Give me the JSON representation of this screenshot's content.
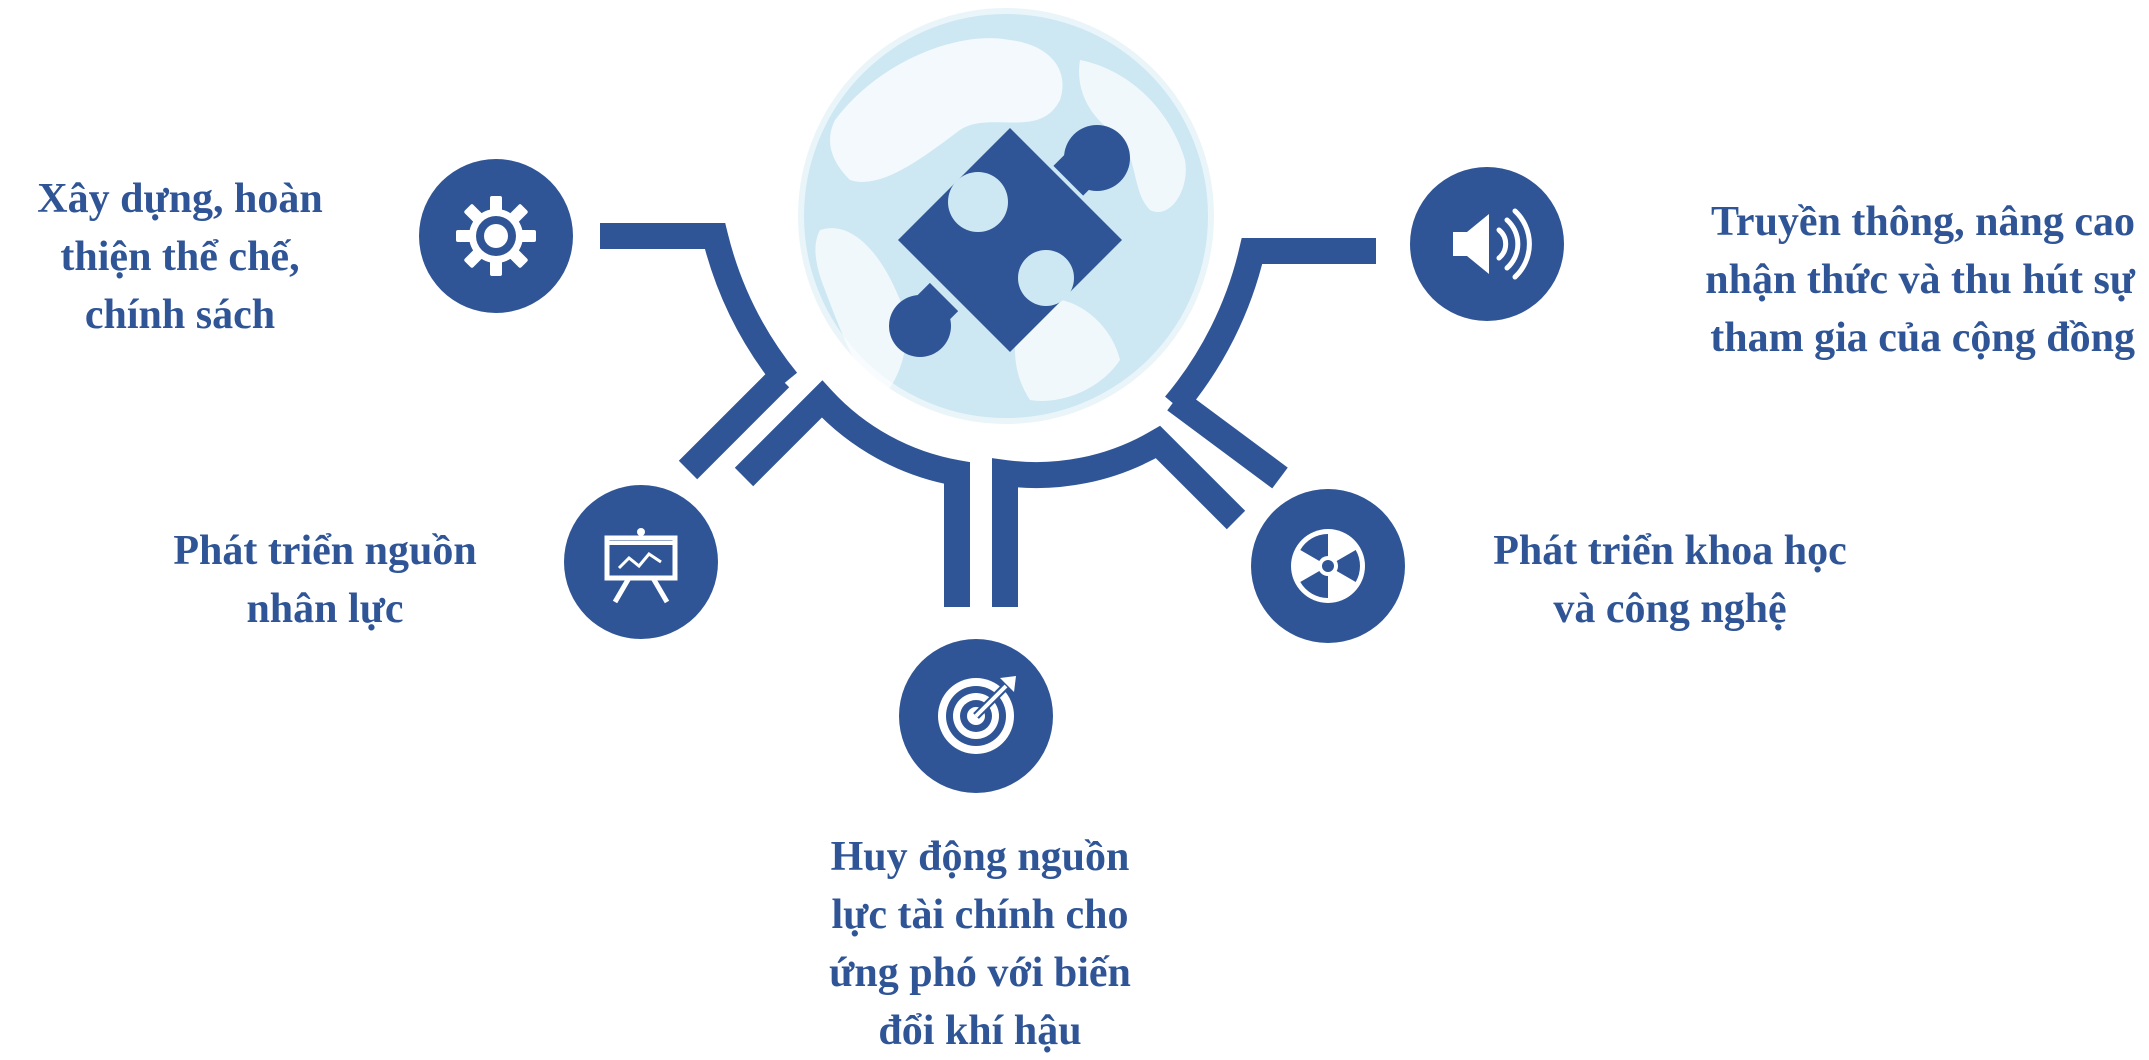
{
  "colors": {
    "primary": "#2f5597",
    "globe_light": "#cde8f3",
    "icon_fill": "#ffffff"
  },
  "center": {
    "globe_icon": "globe-icon",
    "puzzle_icon": "puzzle-piece-icon"
  },
  "items": [
    {
      "id": "policy",
      "icon": "gear-icon",
      "lines": [
        "Xây dựng, hoàn",
        "thiện thể chế,",
        "chính sách"
      ]
    },
    {
      "id": "communication",
      "icon": "speaker-icon",
      "lines": [
        "Truyền thông, nâng cao",
        "nhận thức và thu hút sự",
        "tham gia của cộng đồng"
      ]
    },
    {
      "id": "human-resources",
      "icon": "presentation-board-icon",
      "lines": [
        "Phát triển nguồn",
        "nhân lực"
      ]
    },
    {
      "id": "science-tech",
      "icon": "radiation-icon",
      "lines": [
        "Phát triển khoa học",
        "và công nghệ"
      ]
    },
    {
      "id": "finance",
      "icon": "target-icon",
      "lines": [
        "Huy động nguồn",
        "lực tài chính cho",
        "ứng phó với biến",
        "đổi khí hậu"
      ]
    }
  ]
}
